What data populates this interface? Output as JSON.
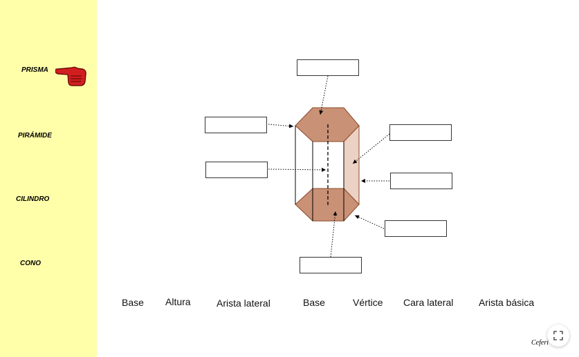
{
  "sidebar": {
    "background": "#ffffaa",
    "items": [
      {
        "label": "PRISMA",
        "active": true
      },
      {
        "label": "PIRÁMIDE",
        "active": false
      },
      {
        "label": "CILINDRO",
        "active": false
      },
      {
        "label": "CONO",
        "active": false
      }
    ],
    "pointer_icon": "pointing-hand-icon"
  },
  "diagram": {
    "colors": {
      "face_fill": "#c99176",
      "lateral_fill": "#ecd2c4",
      "edge": "#8b4a2b"
    },
    "answer_boxes": [
      "",
      "",
      "",
      "",
      "",
      "",
      ""
    ]
  },
  "options": [
    "Base",
    "Altura",
    "Arista lateral",
    "Base",
    "Vértice",
    "Cara lateral",
    "Arista básica"
  ],
  "credit": "Ceferi",
  "fullscreen_icon": "fullscreen-icon"
}
